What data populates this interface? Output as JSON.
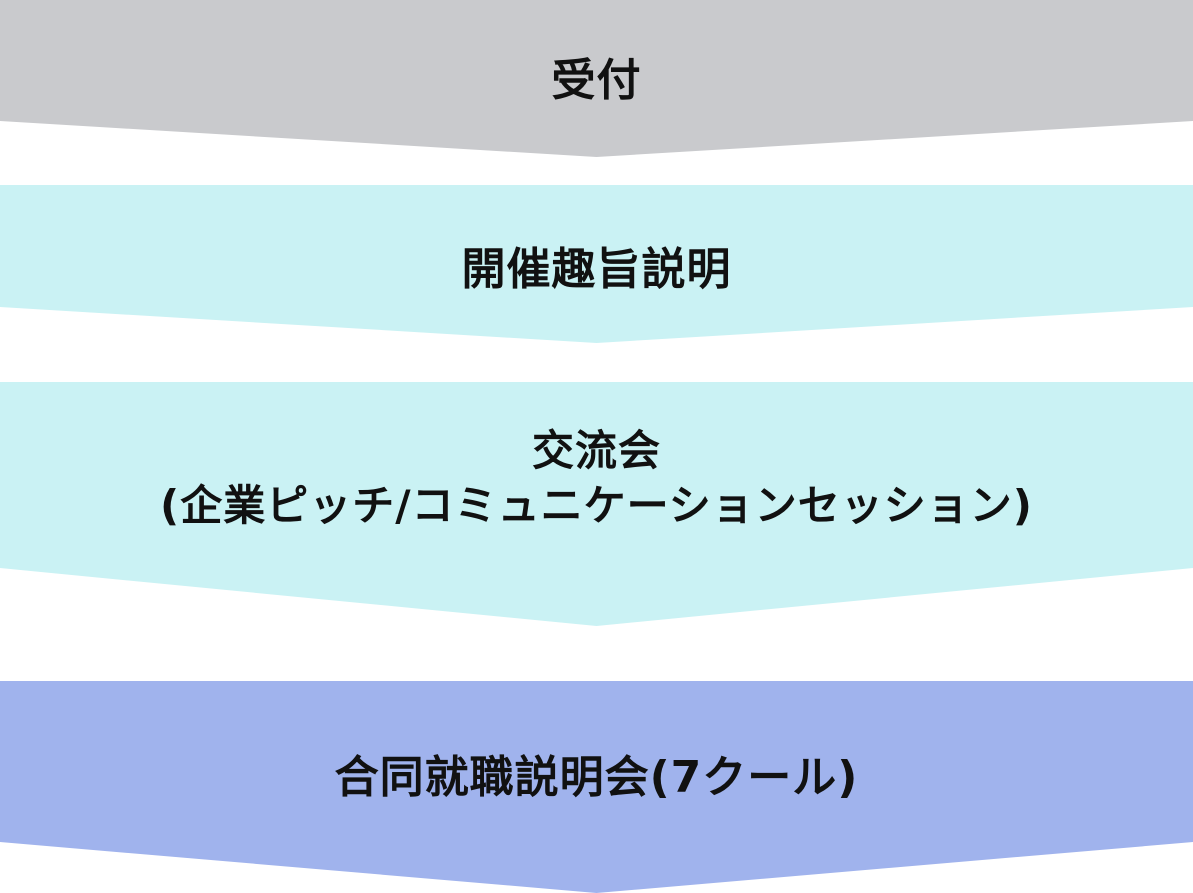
{
  "steps": [
    {
      "lines": [
        "受付"
      ],
      "color": "#c9cacd"
    },
    {
      "lines": [
        "開催趣旨説明"
      ],
      "color": "#caf2f4"
    },
    {
      "lines": [
        "交流会",
        "(企業ピッチ/コミュニケーションセッション)"
      ],
      "color": "#caf2f4"
    },
    {
      "lines": [
        "合同就職説明会(7クール)"
      ],
      "color": "#a0b3ed"
    }
  ]
}
